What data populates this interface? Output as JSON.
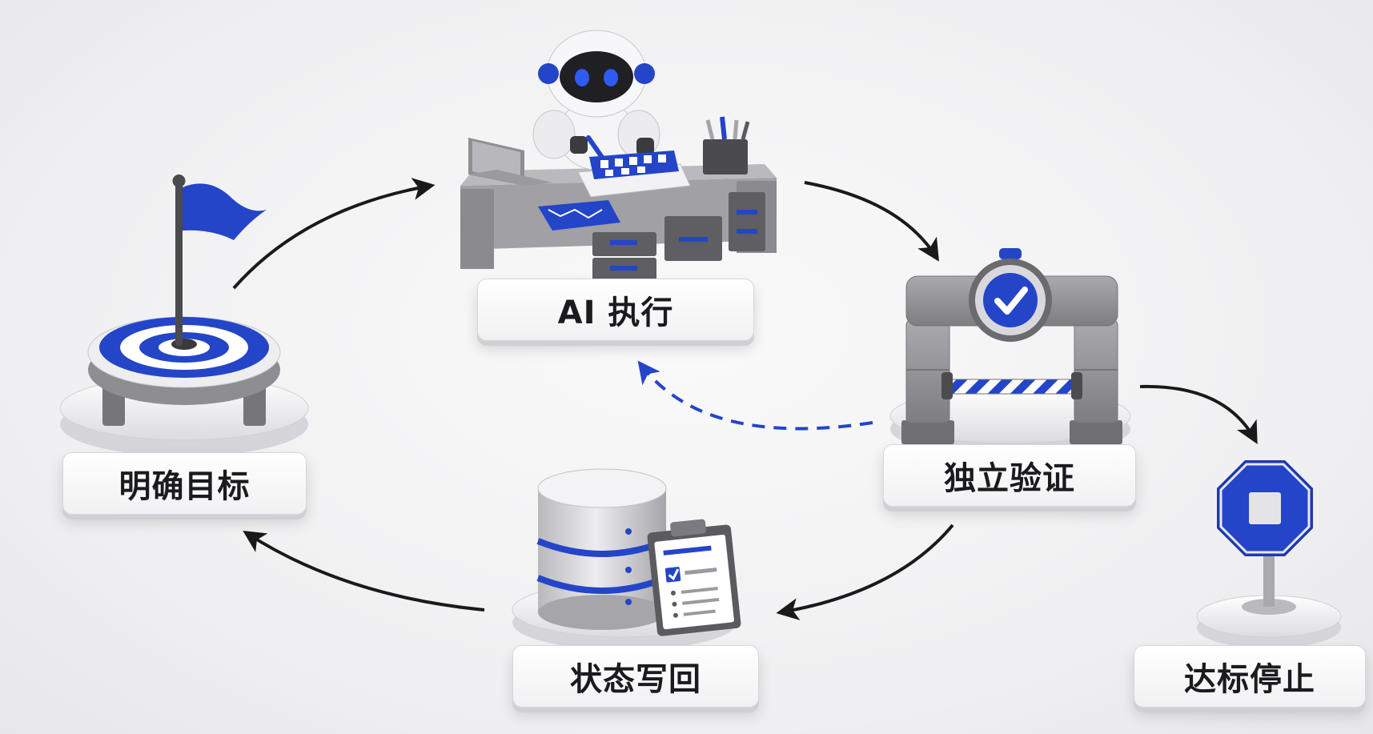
{
  "nodes": {
    "goal": {
      "label": "明确目标"
    },
    "exec": {
      "label": "AI 执行"
    },
    "verify": {
      "label": "独立验证"
    },
    "write": {
      "label": "状态写回"
    },
    "stop": {
      "label": "达标停止"
    }
  },
  "colors": {
    "accent": "#2445c8",
    "gray": "#8e8e93",
    "dark_gray": "#6b6b70",
    "arrow": "#1a1a1a",
    "platform": "#f4f4f6"
  },
  "icons": {
    "goal": "target-flag-icon",
    "exec": "robot-workbench-icon",
    "verify": "checkpoint-gate-icon",
    "write": "database-clipboard-icon",
    "stop": "stop-sign-icon"
  },
  "edges": [
    {
      "from": "goal",
      "to": "exec",
      "style": "solid"
    },
    {
      "from": "exec",
      "to": "verify",
      "style": "solid"
    },
    {
      "from": "verify",
      "to": "write",
      "style": "solid"
    },
    {
      "from": "write",
      "to": "goal",
      "style": "solid"
    },
    {
      "from": "verify",
      "to": "stop",
      "style": "solid"
    },
    {
      "from": "verify",
      "to": "exec",
      "style": "dashed"
    }
  ]
}
